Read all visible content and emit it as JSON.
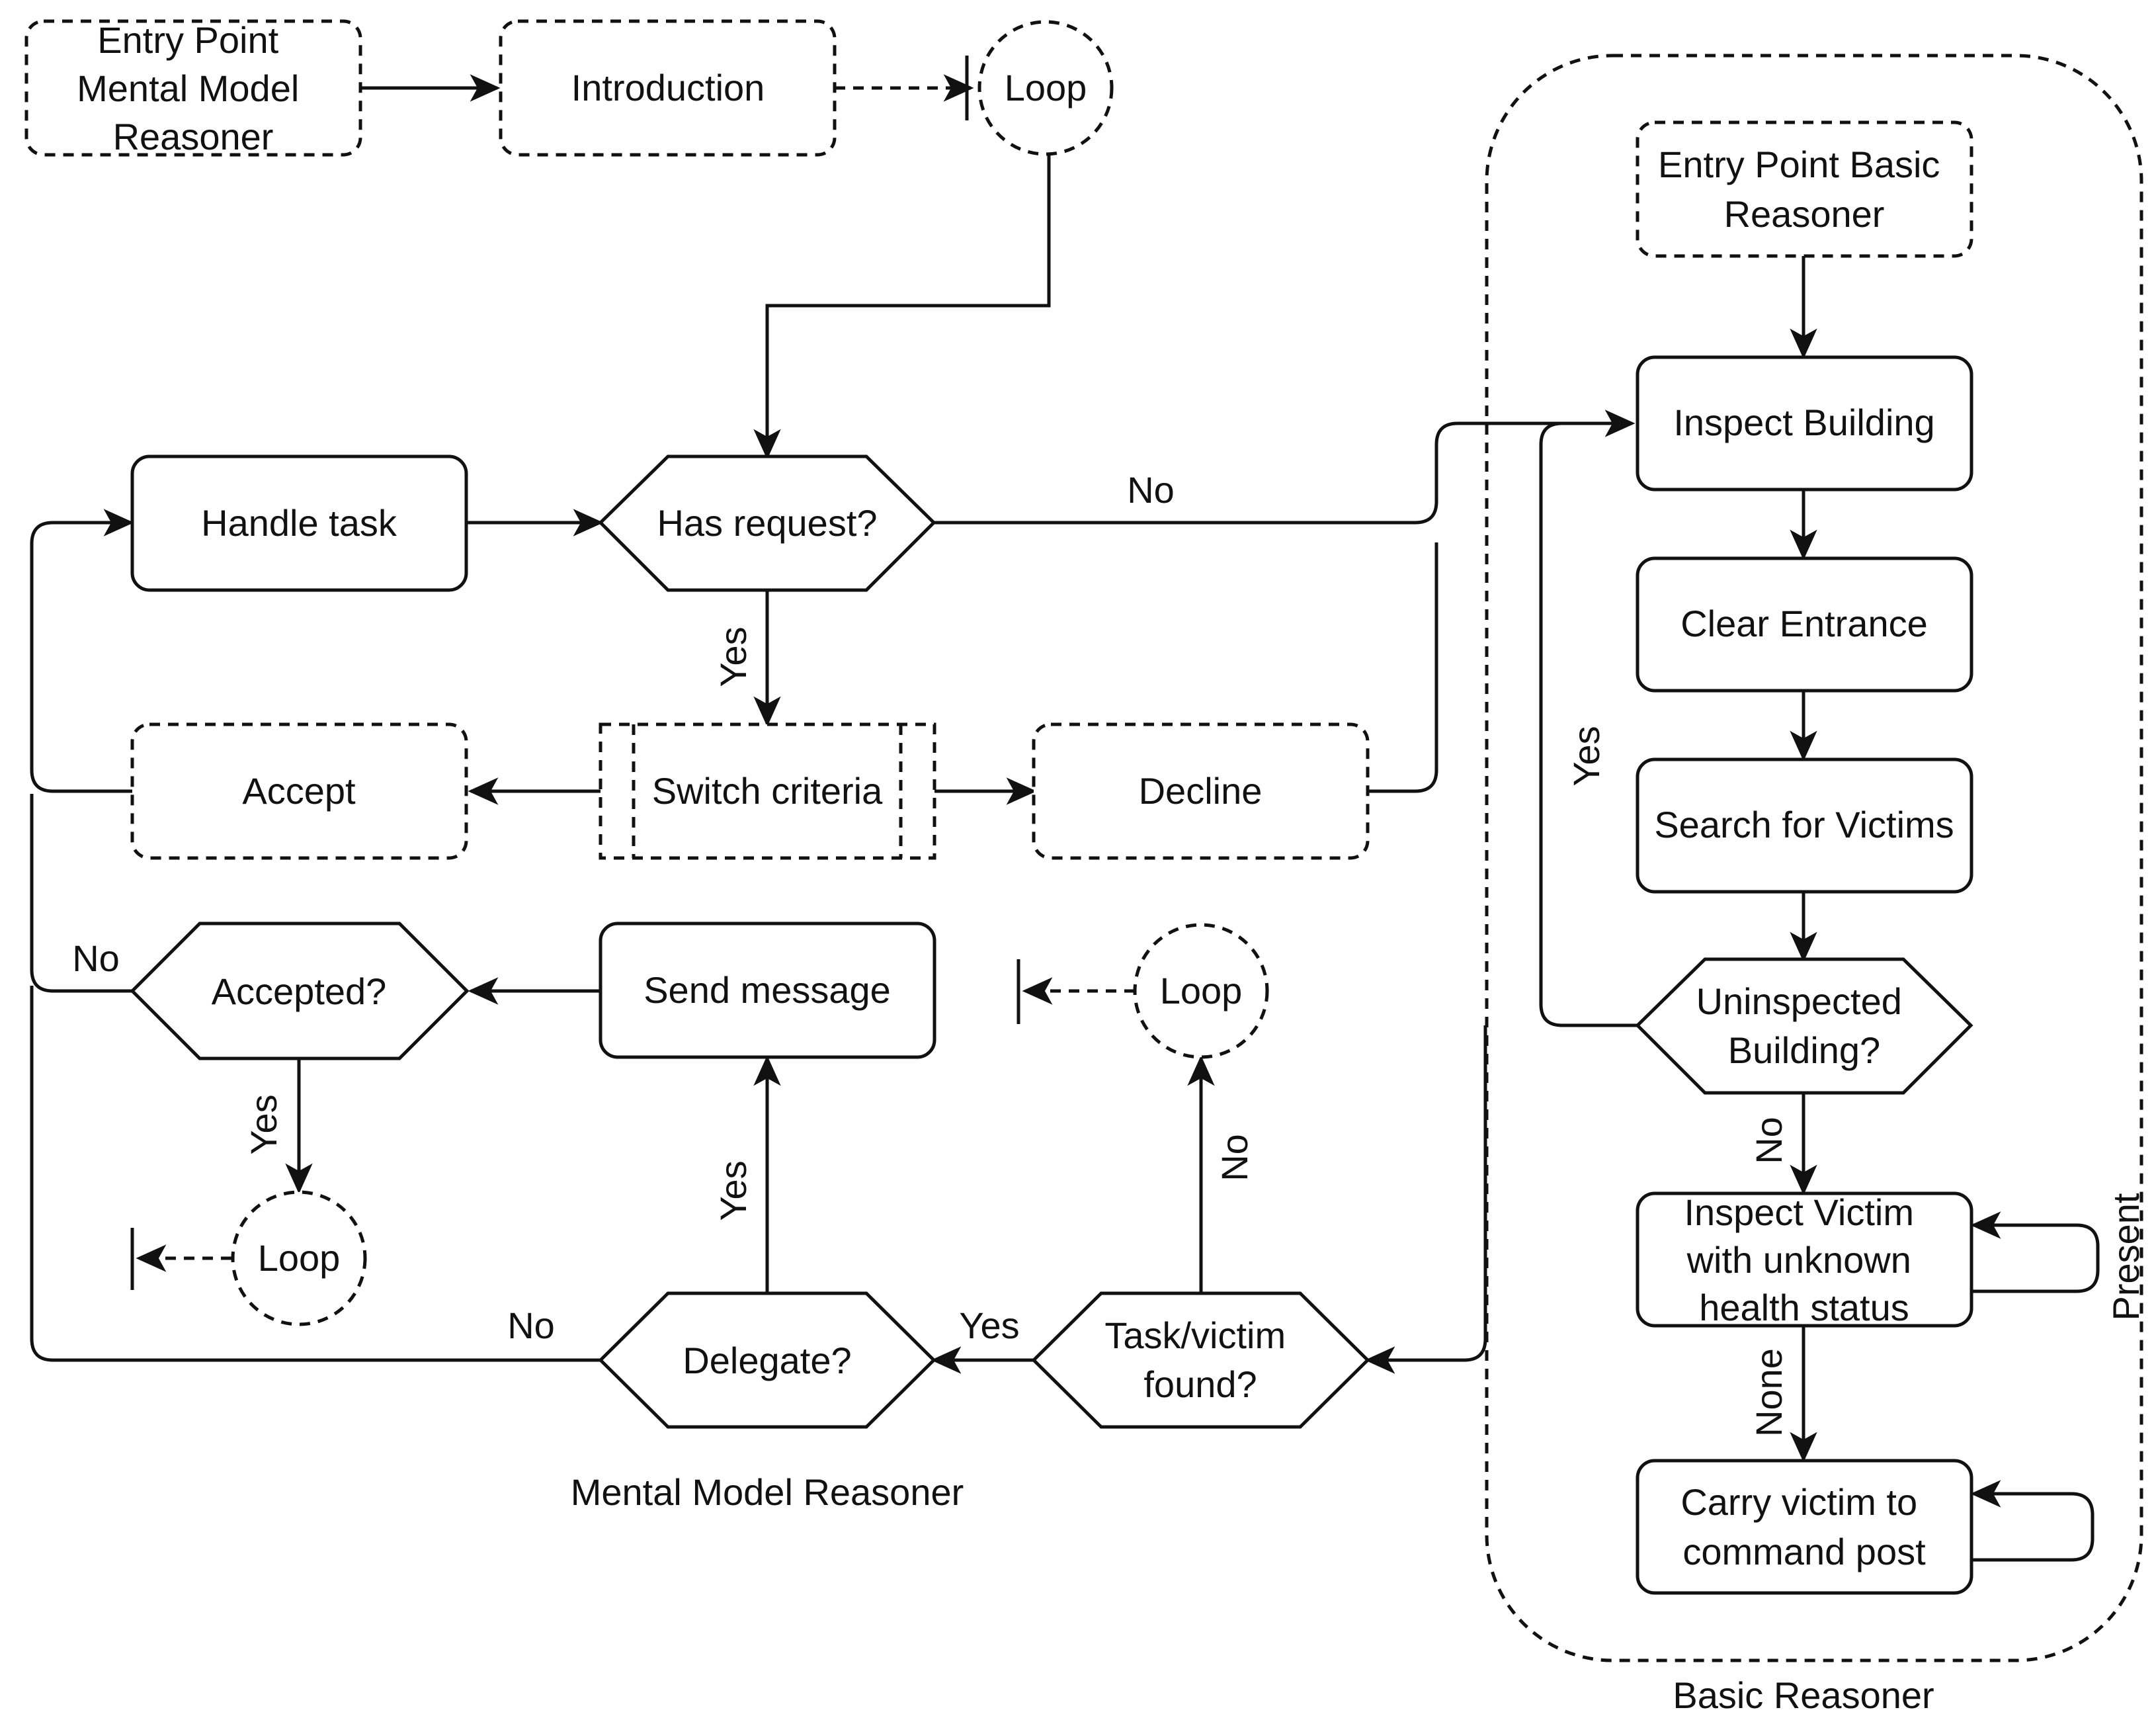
{
  "nodes": {
    "entry_mental": [
      "Entry Point",
      "Mental Model",
      "Reasoner"
    ],
    "introduction": [
      "Introduction"
    ],
    "loop_top": [
      "Loop"
    ],
    "handle_task": [
      "Handle task"
    ],
    "has_request": [
      "Has request?"
    ],
    "accept": [
      "Accept"
    ],
    "switch_criteria": [
      "Switch criteria"
    ],
    "decline": [
      "Decline"
    ],
    "accepted": [
      "Accepted?"
    ],
    "send_message": [
      "Send message"
    ],
    "loop_mid": [
      "Loop"
    ],
    "loop_bottom": [
      "Loop"
    ],
    "delegate": [
      "Delegate?"
    ],
    "task_victim": [
      "Task/victim",
      "found?"
    ],
    "entry_basic": [
      "Entry Point Basic",
      "Reasoner"
    ],
    "inspect_building": [
      "Inspect Building"
    ],
    "clear_entrance": [
      "Clear Entrance"
    ],
    "search_victims": [
      "Search for Victims"
    ],
    "uninspected": [
      "Uninspected",
      "Building?"
    ],
    "inspect_victim": [
      "Inspect Victim",
      "with unknown",
      "health status"
    ],
    "carry_victim": [
      "Carry victim to",
      "command post"
    ]
  },
  "edge_labels": {
    "no_request": "No",
    "yes_request": "Yes",
    "no_accepted": "No",
    "yes_accepted": "Yes",
    "yes_delegate": "Yes",
    "no_delegate": "No",
    "yes_found": "Yes",
    "no_found": "No",
    "yes_uninspected": "Yes",
    "no_uninspected": "No",
    "present": "Present",
    "none": "None"
  },
  "groups": {
    "mental_model": "Mental Model Reasoner",
    "basic": "Basic Reasoner"
  }
}
